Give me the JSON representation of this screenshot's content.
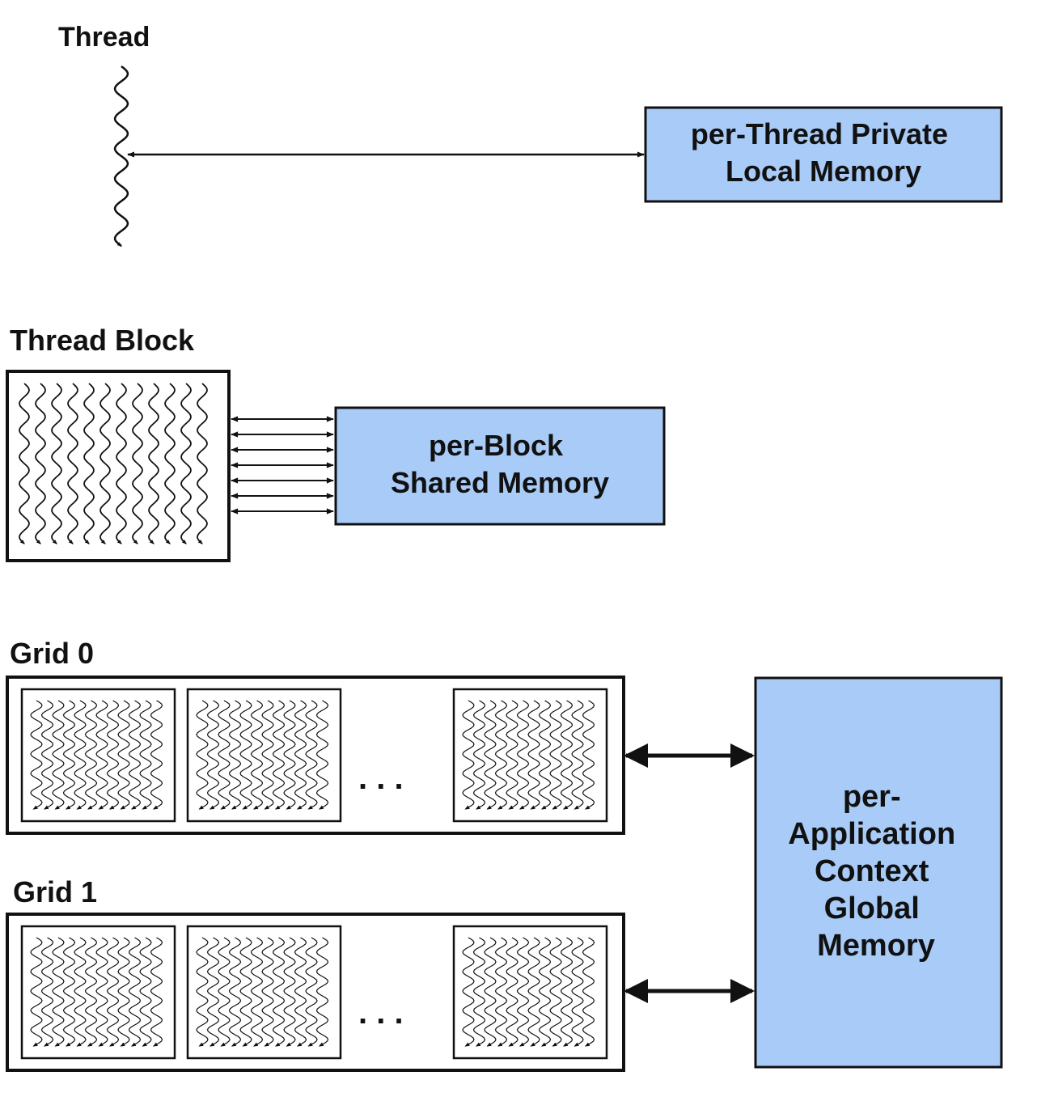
{
  "labels": {
    "thread": "Thread",
    "thread_block": "Thread Block",
    "grid0": "Grid 0",
    "grid1": "Grid 1"
  },
  "memories": {
    "local": {
      "lines": [
        "per-Thread Private",
        "Local Memory"
      ]
    },
    "shared": {
      "lines": [
        "per-Block",
        "Shared Memory"
      ]
    },
    "global": {
      "lines": [
        "per-",
        "Application",
        "Context",
        "Global",
        "Memory"
      ]
    }
  },
  "ellipsis": ". . .",
  "colors": {
    "memory_fill": "#a9cbf7",
    "stroke": "#111111",
    "background": "#ffffff"
  }
}
